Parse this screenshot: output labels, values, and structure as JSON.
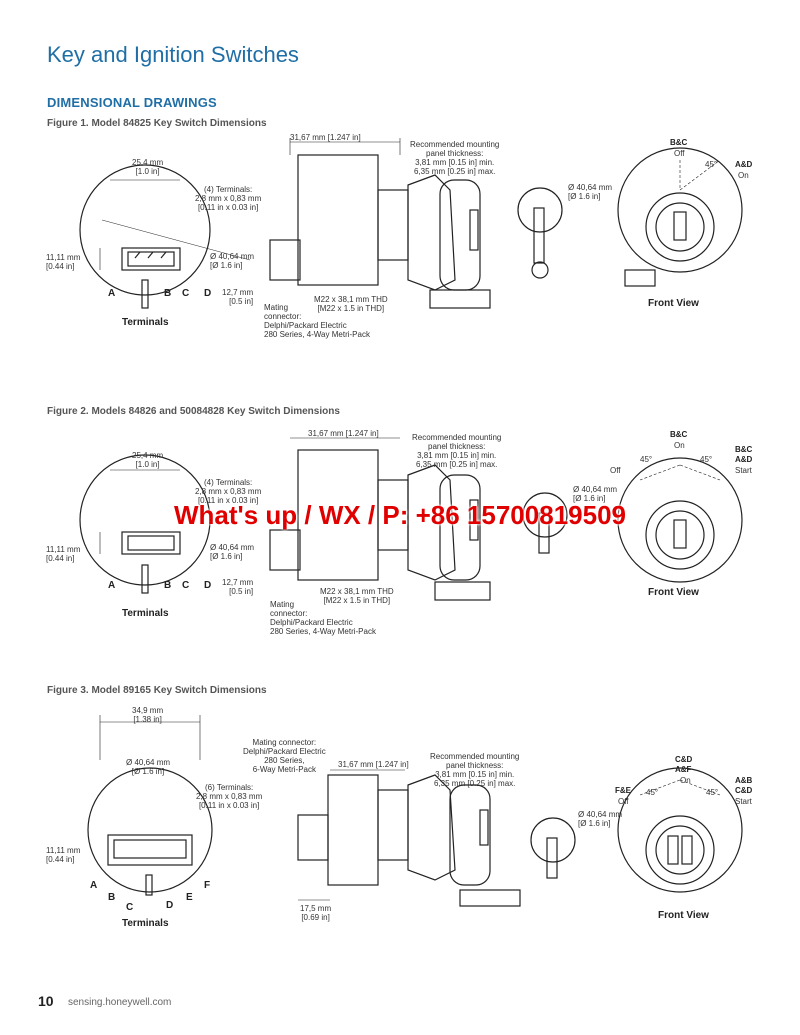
{
  "page": {
    "title": "Key and Ignition Switches",
    "section": "DIMENSIONAL DRAWINGS",
    "page_number": "10",
    "url": "sensing.honeywell.com",
    "watermark": "What's up / WX / P: +86 15700819509"
  },
  "fig1": {
    "caption": "Figure 1. Model 84825 Key Switch Dimensions",
    "width": "25,4 mm\n[1.0 in]",
    "terminals": "(4) Terminals:\n2,8 mm x 0,83 mm\n[0.11 in x 0.03 in]",
    "height": "11,11 mm\n[0.44 in]",
    "dia": "Ø 40,64 mm\n[Ø 1.6 in]",
    "depth": "12,7 mm\n[0.5 in]",
    "length": "31,67 mm [1.247 in]",
    "mount": "Recommended mounting\npanel thickness:\n3,81 mm [0.15 in] min.\n6,35 mm [0.25 in] max.",
    "thread": "M22 x 38,1 mm THD\n[M22 x 1.5 in THD]",
    "connector": "Mating\nconnector:\nDelphi/Packard Electric\n280 Series, 4-Way Metri-Pack",
    "key_dia": "Ø 40,64 mm\n[Ø 1.6 in]",
    "letters": [
      "A",
      "B",
      "C",
      "D"
    ],
    "terminals_label": "Terminals",
    "front_view": "Front View",
    "pos_bc": "B&C",
    "pos_bc_sub": "Off",
    "pos_ad": "A&D",
    "pos_ad_sub": "On",
    "angle": "45°"
  },
  "fig2": {
    "caption": "Figure 2. Models 84826 and 50084828 Key Switch Dimensions",
    "width": "25,4 mm\n[1.0 in]",
    "terminals": "(4) Terminals:\n2,8 mm x 0,83 mm\n[0.11 in x 0.03 in]",
    "height": "11,11 mm\n[0.44 in]",
    "dia": "Ø 40,64 mm\n[Ø 1.6 in]",
    "depth": "12,7 mm\n[0.5 in]",
    "length": "31,67 mm [1.247 in]",
    "mount": "Recommended mounting\npanel thickness:\n3,81 mm [0.15 in] min.\n6,35 mm [0.25 in] max.",
    "thread": "M22 x 38,1 mm THD\n[M22 x 1.5 in THD]",
    "connector": "Mating\nconnector:\nDelphi/Packard Electric\n280 Series, 4-Way Metri-Pack",
    "key_dia": "Ø 40,64 mm\n[Ø 1.6 in]",
    "letters": [
      "A",
      "B",
      "C",
      "D"
    ],
    "terminals_label": "Terminals",
    "front_view": "Front View",
    "pos_bc": "B&C",
    "pos_bc_sub": "On",
    "pos_off": "Off",
    "pos_bcad": "B&C\nA&D",
    "pos_start": "Start",
    "angle": "45°"
  },
  "fig3": {
    "caption": "Figure 3. Model 89165 Key Switch Dimensions",
    "width": "34,9 mm\n[1.38 in]",
    "dia_top": "Ø 40,64 mm\n[Ø 1.6 in]",
    "terminals": "(6) Terminals:\n2,8 mm x 0,83 mm\n[0.11 in x 0.03 in]",
    "height": "11,11 mm\n[0.44 in]",
    "connector": "Mating connector:\nDelphi/Packard Electric\n280 Series,\n6-Way Metri-Pack",
    "length": "31,67 mm [1.247 in]",
    "mount": "Recommended mounting\npanel thickness:\n3,81 mm [0.15 in] min.\n6,35 mm [0.25 in] max.",
    "depth": "17,5 mm\n[0.69 in]",
    "key_dia": "Ø 40,64 mm\n[Ø 1.6 in]",
    "letters": [
      "A",
      "B",
      "C",
      "D",
      "E",
      "F"
    ],
    "terminals_label": "Terminals",
    "front_view": "Front View",
    "pos_top": "C&D\nA&F",
    "pos_top_sub": "On",
    "pos_fe": "F&E",
    "pos_fe_sub": "Off",
    "pos_abcd": "A&B\nC&D",
    "pos_start": "Start",
    "angle": "45°"
  }
}
